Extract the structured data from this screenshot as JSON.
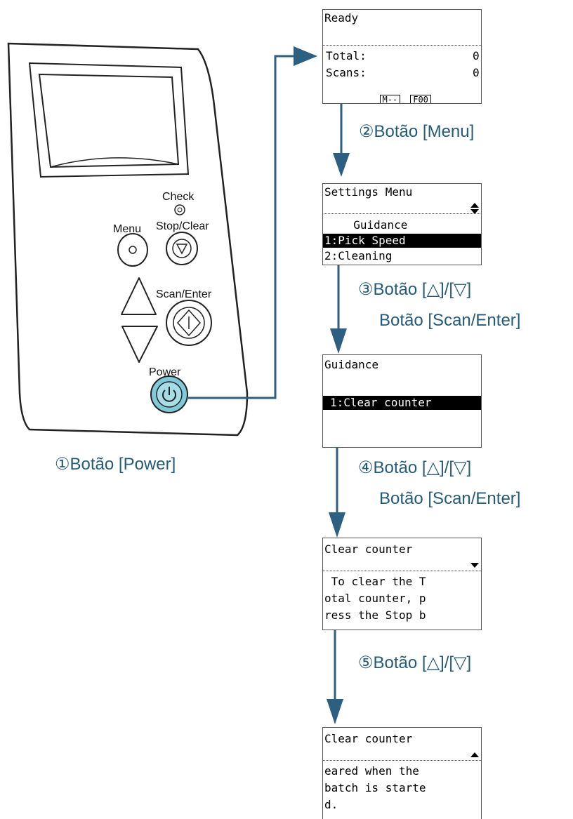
{
  "panel": {
    "labels": {
      "check": "Check",
      "menu": "Menu",
      "stop_clear": "Stop/Clear",
      "scan_enter": "Scan/Enter",
      "power": "Power"
    }
  },
  "steps": {
    "step1": "①Botão [Power]",
    "step2": "②Botão [Menu]",
    "step3_line1": "③Botão [△]/[▽]",
    "step3_line2": "Botão [Scan/Enter]",
    "step4_line1": "④Botão [△]/[▽]",
    "step4_line2": "Botão [Scan/Enter]",
    "step5": "⑤Botão [△]/[▽]"
  },
  "screens": {
    "ready": {
      "title": "Ready",
      "total_label": "Total:",
      "total_value": "0",
      "scans_label": "Scans:",
      "scans_value": "0",
      "badge_mode": "M--",
      "badge_code": "F00"
    },
    "settings": {
      "title": "Settings Menu",
      "items": [
        "  Guidance",
        "1:Pick Speed",
        "2:Cleaning"
      ],
      "selected_index": 1
    },
    "guidance": {
      "title": "Guidance",
      "selected_item": "1:Clear counter"
    },
    "clear1": {
      "title": "Clear counter",
      "lines": [
        " To clear the T",
        "otal counter, p",
        "ress the Stop b"
      ]
    },
    "clear2": {
      "title": "Clear counter",
      "lines": [
        "eared when the ",
        "batch is starte",
        "d."
      ]
    }
  },
  "colors": {
    "arrow": "#2c5f80",
    "step_text": "#245b7a",
    "power_button": "#7fc9d8"
  },
  "icons": {
    "scroll_up_down": "up-down-triangle-icon",
    "scroll_down": "down-triangle-icon",
    "scroll_up": "up-triangle-icon"
  }
}
